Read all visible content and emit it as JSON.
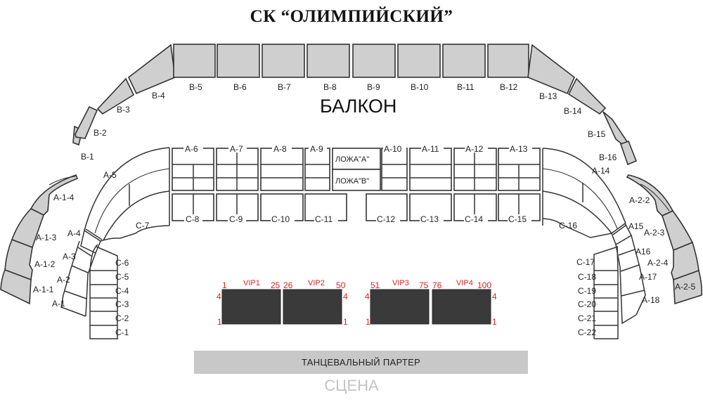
{
  "title": "СК “ОЛИМПИЙСКИЙ”",
  "balcony": {
    "label": "БАЛКОН",
    "sections": [
      "B-1",
      "B-2",
      "B-3",
      "B-4",
      "B-5",
      "B-6",
      "B-7",
      "B-8",
      "B-9",
      "B-10",
      "B-11",
      "B-12",
      "B-13",
      "B-14",
      "B-15",
      "B-16"
    ],
    "color": "#cfcfcf"
  },
  "outer_left": [
    "A-1-1",
    "A-1-2",
    "A-1-3",
    "A-1-4"
  ],
  "outer_right": [
    "A-2-2",
    "A-2-3",
    "A-2-4",
    "A-2-5"
  ],
  "tribune_a": {
    "left": [
      "A-1",
      "A-2",
      "A-3",
      "A-4",
      "A-5"
    ],
    "center_left": [
      "A-6",
      "A-7",
      "A-8",
      "A-9"
    ],
    "center_right": [
      "A-10",
      "A-11",
      "A-12",
      "A-13"
    ],
    "right": [
      "A-14",
      "A15",
      "A16",
      "A-17",
      "A-18"
    ]
  },
  "boxes": {
    "a": "ЛОЖА\"А\"",
    "b": "ЛОЖА\"В\""
  },
  "tribune_c": {
    "left": [
      "C-1",
      "C-2",
      "C-3",
      "C-4",
      "C-5",
      "C-6",
      "C-7"
    ],
    "center": [
      "C-8",
      "C-9",
      "C-10",
      "C-11",
      "C-12",
      "C-13",
      "C-14",
      "C-15"
    ],
    "right": [
      "C-16",
      "C-17",
      "C-18",
      "C-19",
      "C-20",
      "C-21",
      "C-22"
    ]
  },
  "vip": [
    {
      "name": "VIP1",
      "first": "1",
      "last": "25",
      "rows_top": "4",
      "rows_bottom": "1"
    },
    {
      "name": "VIP2",
      "first": "26",
      "last": "50",
      "rows_top": "4",
      "rows_bottom": "1"
    },
    {
      "name": "VIP3",
      "first": "51",
      "last": "75",
      "rows_top": "4",
      "rows_bottom": "1"
    },
    {
      "name": "VIP4",
      "first": "76",
      "last": "100",
      "rows_top": "4",
      "rows_bottom": "1"
    }
  ],
  "dance_floor": "ТАНЦЕВАЛЬНЫЙ ПАРТЕР",
  "stage": "СЦЕНА",
  "colors": {
    "vip_fill": "#3a3a3a",
    "vip_text": "#e81c1c",
    "section_gray": "#cfcfcf",
    "stage_text": "#c4c4c4"
  }
}
